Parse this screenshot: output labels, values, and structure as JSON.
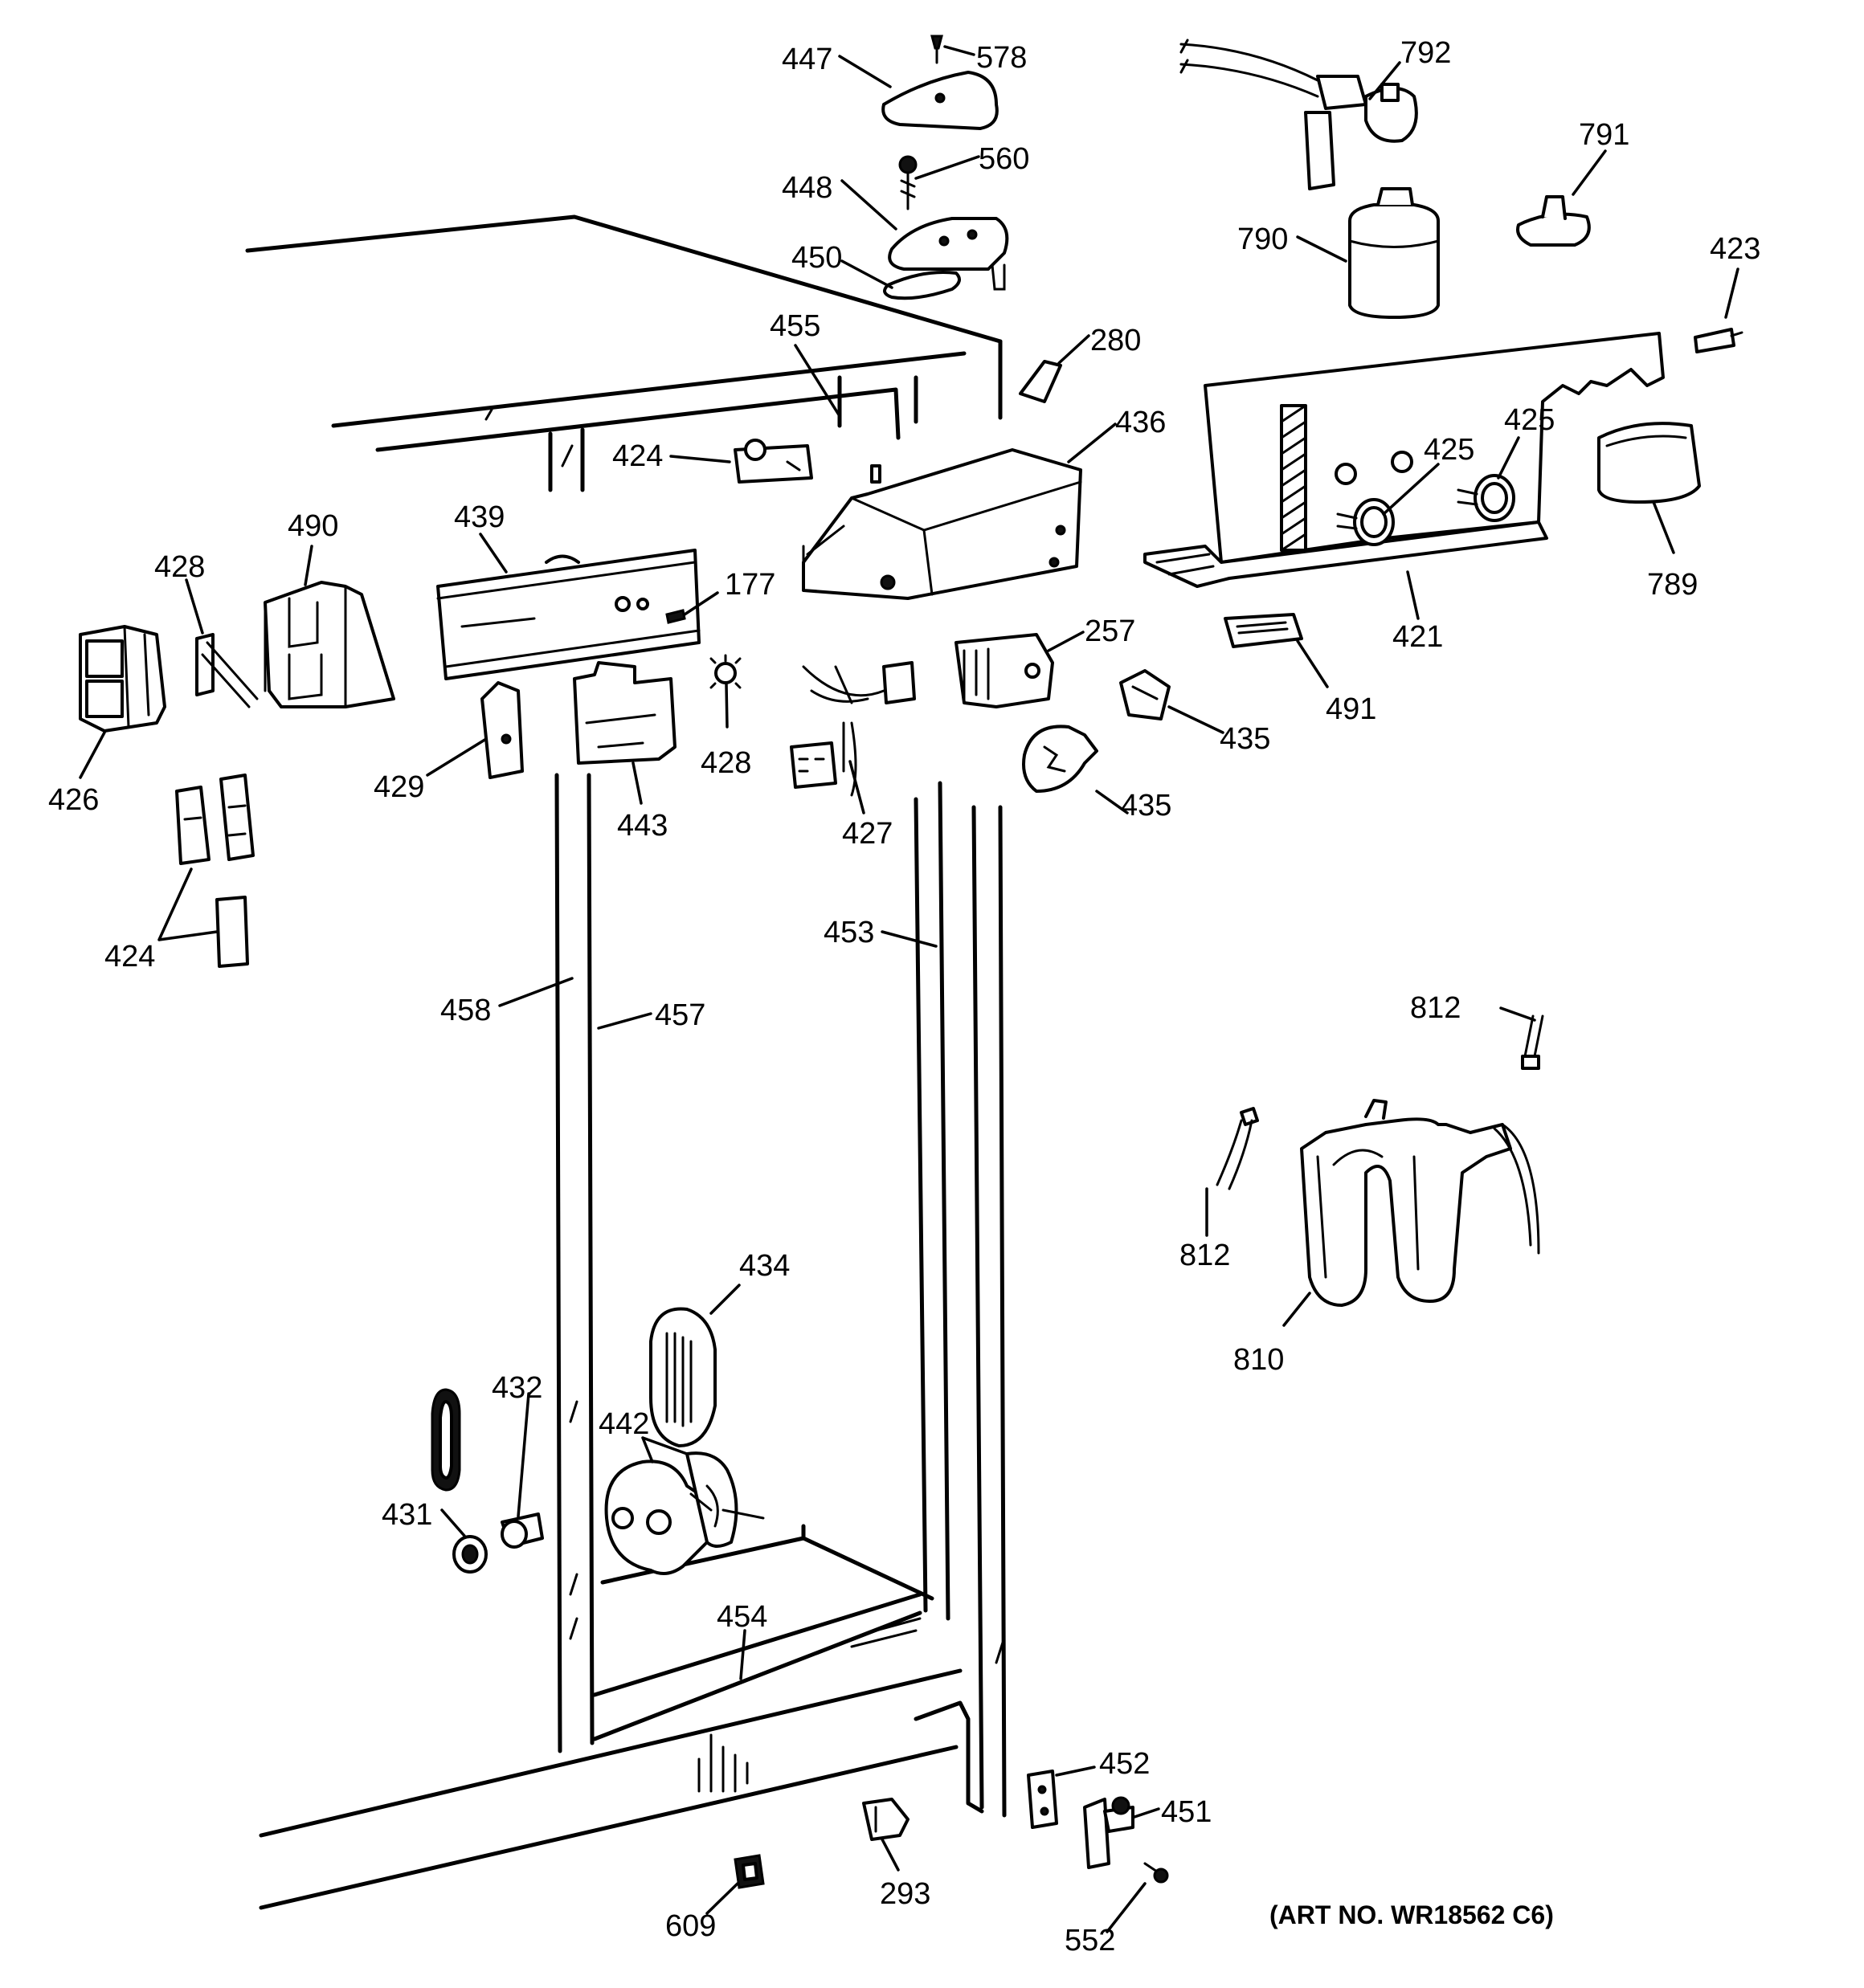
{
  "diagram": {
    "art_number": "(ART NO. WR18562 C6)",
    "callouts": [
      {
        "id": "447",
        "label": "447"
      },
      {
        "id": "578",
        "label": "578"
      },
      {
        "id": "792",
        "label": "792"
      },
      {
        "id": "560",
        "label": "560"
      },
      {
        "id": "791",
        "label": "791"
      },
      {
        "id": "448",
        "label": "448"
      },
      {
        "id": "790",
        "label": "790"
      },
      {
        "id": "423",
        "label": "423"
      },
      {
        "id": "450",
        "label": "450"
      },
      {
        "id": "455",
        "label": "455"
      },
      {
        "id": "280",
        "label": "280"
      },
      {
        "id": "436",
        "label": "436"
      },
      {
        "id": "425a",
        "label": "425"
      },
      {
        "id": "425b",
        "label": "425"
      },
      {
        "id": "424a",
        "label": "424"
      },
      {
        "id": "490",
        "label": "490"
      },
      {
        "id": "439",
        "label": "439"
      },
      {
        "id": "428a",
        "label": "428"
      },
      {
        "id": "177",
        "label": "177"
      },
      {
        "id": "789",
        "label": "789"
      },
      {
        "id": "421",
        "label": "421"
      },
      {
        "id": "257",
        "label": "257"
      },
      {
        "id": "491",
        "label": "491"
      },
      {
        "id": "435a",
        "label": "435"
      },
      {
        "id": "426",
        "label": "426"
      },
      {
        "id": "429",
        "label": "429"
      },
      {
        "id": "428b",
        "label": "428"
      },
      {
        "id": "435b",
        "label": "435"
      },
      {
        "id": "443",
        "label": "443"
      },
      {
        "id": "427",
        "label": "427"
      },
      {
        "id": "424b",
        "label": "424"
      },
      {
        "id": "453",
        "label": "453"
      },
      {
        "id": "458",
        "label": "458"
      },
      {
        "id": "457",
        "label": "457"
      },
      {
        "id": "812a",
        "label": "812"
      },
      {
        "id": "812b",
        "label": "812"
      },
      {
        "id": "434",
        "label": "434"
      },
      {
        "id": "810",
        "label": "810"
      },
      {
        "id": "432",
        "label": "432"
      },
      {
        "id": "442",
        "label": "442"
      },
      {
        "id": "431",
        "label": "431"
      },
      {
        "id": "454",
        "label": "454"
      },
      {
        "id": "452",
        "label": "452"
      },
      {
        "id": "451",
        "label": "451"
      },
      {
        "id": "293",
        "label": "293"
      },
      {
        "id": "609",
        "label": "609"
      },
      {
        "id": "552",
        "label": "552"
      }
    ]
  }
}
